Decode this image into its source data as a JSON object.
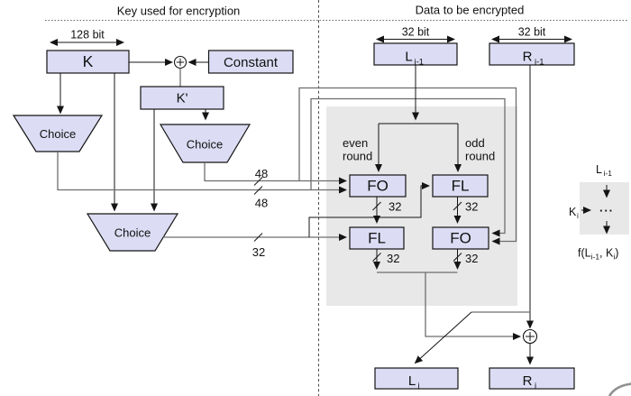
{
  "headers": {
    "left": "Key used for encryption",
    "right": "Data to be encrypted"
  },
  "bits": {
    "key_width": "128 bit",
    "left_width": "32 bit",
    "right_width": "32 bit"
  },
  "key": {
    "k": "K",
    "constant": "Constant",
    "k_prime": "K'",
    "choice1": "Choice",
    "choice2": "Choice",
    "choice3": "Choice",
    "w48_upper": "48",
    "w48_lower": "48",
    "w32": "32"
  },
  "rounds": {
    "even1": "even",
    "even2": "round",
    "odd1": "odd",
    "odd2": "round",
    "fo_even": "FO",
    "fl_odd": "FL",
    "fl_even": "FL",
    "fo_odd": "FO",
    "w32_mid_left": "32",
    "w32_mid_right": "32",
    "w32_out_left": "32",
    "w32_out_right": "32"
  },
  "data_words": {
    "l_prev_main": "L",
    "l_prev_sub": "i-1",
    "r_prev_main": "R",
    "r_prev_sub": "i-1",
    "l_out_main": "L",
    "l_out_sub": "i",
    "r_out_main": "R",
    "r_out_sub": "i"
  },
  "mini": {
    "input_main": "L",
    "input_sub": "i-1",
    "key_main": "K",
    "key_sub": "i",
    "dots": "···",
    "f1": "f(L",
    "f2": "i-1",
    "f3": ", K",
    "f4": "i",
    "f5": ")"
  },
  "colors": {
    "box_fill": "#dcdcf4",
    "line_dark": "#141414",
    "panel_gray": "#e8e8e8",
    "wire_gray": "#6e6e6e",
    "arc_gray": "#919191"
  }
}
